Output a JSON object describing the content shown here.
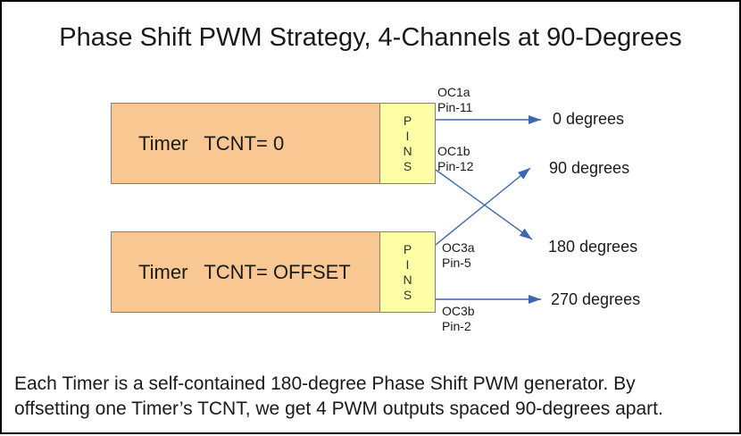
{
  "title": "Phase Shift PWM Strategy, 4-Channels at 90-Degrees",
  "timers": [
    {
      "label": "Timer   TCNT= 0",
      "pins_label": "P\nI\nN\nS"
    },
    {
      "label": "Timer   TCNT= OFFSET",
      "pins_label": "P\nI\nN\nS"
    }
  ],
  "pin_labels": [
    {
      "name": "OC1a",
      "pin": "Pin-11"
    },
    {
      "name": "OC1b",
      "pin": "Pin-12"
    },
    {
      "name": "OC3a",
      "pin": "Pin-5"
    },
    {
      "name": "OC3b",
      "pin": "Pin-2"
    }
  ],
  "outputs": [
    {
      "label": "0 degrees"
    },
    {
      "label": "90 degrees"
    },
    {
      "label": "180 degrees"
    },
    {
      "label": "270 degrees"
    }
  ],
  "caption_lines": [
    "Each Timer is a self-contained 180-degree Phase Shift PWM generator. By",
    "offsetting one Timer’s TCNT, we get 4 PWM outputs spaced 90-degrees apart."
  ],
  "colors": {
    "timer_box_fill": "#f9c791",
    "pins_box_fill": "#ffffa6",
    "box_border": "#808080",
    "arrow_blue": "#3c66ae",
    "page_border": "#000000",
    "text": "#1a1a1a"
  }
}
